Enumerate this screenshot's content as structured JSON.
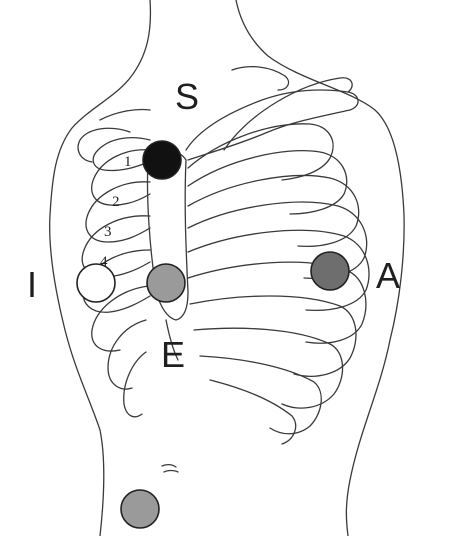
{
  "labels": {
    "S": "S",
    "I": "I",
    "A": "A",
    "E": "E"
  },
  "rib_numbers": [
    "1",
    "2",
    "3",
    "4"
  ],
  "electrode_colors": {
    "S": "#111111",
    "I": "#ffffff",
    "E": "#9a9a9a",
    "A": "#6e6e6e",
    "ground": "#9a9a9a"
  }
}
